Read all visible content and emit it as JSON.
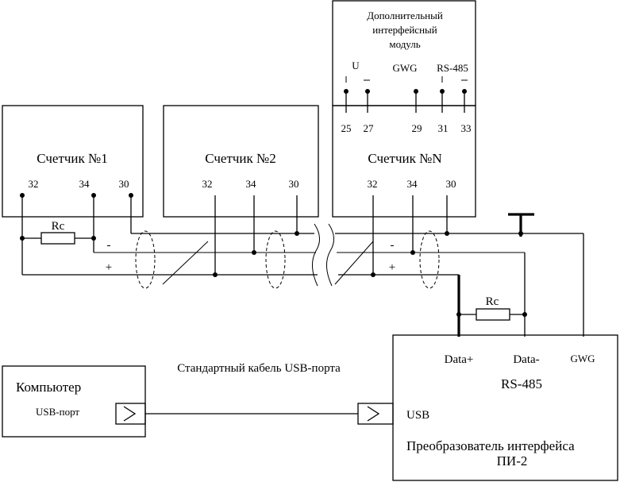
{
  "meters": [
    {
      "title": "Счетчик №1",
      "terminals": [
        "32",
        "34",
        "30"
      ]
    },
    {
      "title": "Счетчик №2",
      "terminals": [
        "32",
        "34",
        "30"
      ]
    },
    {
      "title": "Счетчик №N",
      "terminals": [
        "32",
        "34",
        "30"
      ]
    }
  ],
  "addon_module": {
    "title_lines": [
      "Дополнительный",
      "интерфейсный",
      "модуль"
    ],
    "labels": [
      "U",
      "GWG",
      "RS-485"
    ],
    "pins": [
      "25",
      "27",
      "29",
      "31",
      "33"
    ]
  },
  "bus": {
    "resistor_label": "Rc",
    "minus": "-",
    "plus": "+"
  },
  "converter": {
    "data_plus": "Data+",
    "data_minus": "Data-",
    "gwg": "GWG",
    "rs485": "RS-485",
    "usb": "USB",
    "title": "Преобразователь интерфейса",
    "model": "ПИ-2",
    "resistor_label": "Rc"
  },
  "computer": {
    "title": "Компьютер",
    "port": "USB-порт"
  },
  "cable_label": "Стандартный кабель USB-порта"
}
